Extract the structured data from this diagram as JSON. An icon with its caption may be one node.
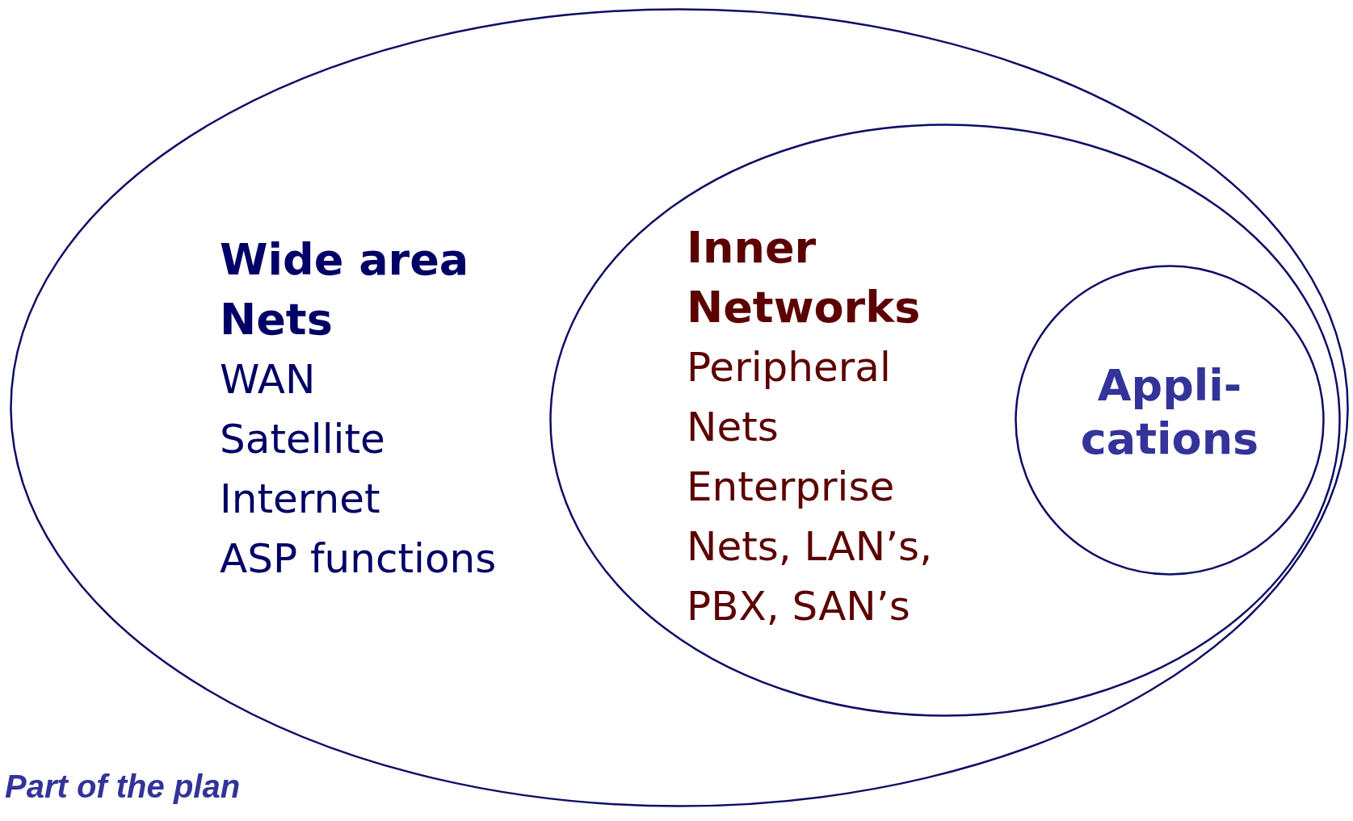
{
  "diagram": {
    "nodes": [
      {
        "text": [
          "Wide area Nets",
          "WAN",
          "Satellite",
          "Internet",
          "ASP functions"
        ]
      },
      {
        "text": [
          "Inner Networks",
          "Peripheral Nets",
          "Enterprise Nets, LAN’s, PBX, SAN’s"
        ],
        "in": 0
      },
      {
        "text": [
          "Appli- cations"
        ],
        "in": 1
      }
    ],
    "edges": [],
    "labels": [
      "Part of the plan"
    ]
  }
}
